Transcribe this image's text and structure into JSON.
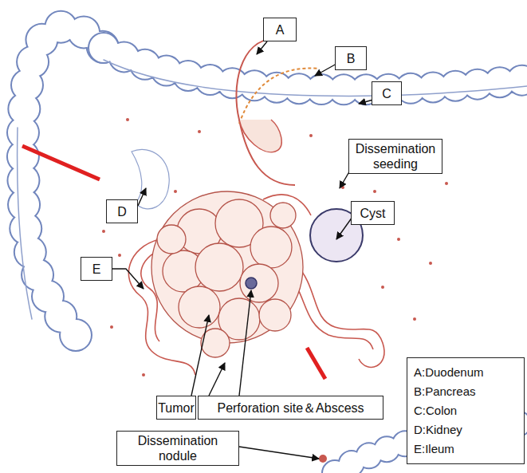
{
  "diagram": {
    "nodes": [
      {
        "text": [
          "A"
        ]
      },
      {
        "text": [
          "B"
        ]
      },
      {
        "text": [
          "C"
        ]
      },
      {
        "text": [
          "Dissemination seeding"
        ]
      },
      {
        "text": [
          "Cyst"
        ]
      },
      {
        "text": [
          "D"
        ]
      },
      {
        "text": [
          "E"
        ]
      },
      {
        "text": [
          "Tumor"
        ]
      },
      {
        "text": [
          "Perforation site＆Abscess"
        ]
      },
      {
        "text": [
          "Dissemination nodule"
        ]
      },
      {
        "text": [
          "A:Duodenum",
          "B:Pancreas",
          "C:Colon",
          "D:Kidney",
          "E:Ileum"
        ]
      }
    ]
  }
}
